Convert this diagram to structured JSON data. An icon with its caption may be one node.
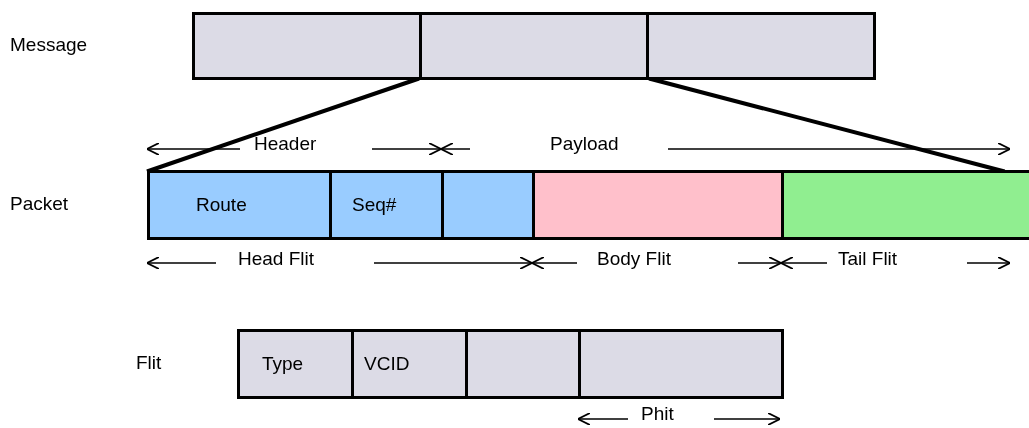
{
  "diagram": {
    "nodes": [
      {
        "text": [],
        "shape": "box"
      },
      {
        "text": [],
        "shape": "box"
      },
      {
        "text": [],
        "shape": "box"
      },
      {
        "text": [
          "Route"
        ]
      },
      {
        "text": [
          "Seq#"
        ]
      },
      {
        "text": [],
        "shape": "box"
      },
      {
        "text": [],
        "shape": "box"
      },
      {
        "text": [],
        "shape": "box"
      },
      {
        "text": [
          "Type"
        ]
      },
      {
        "text": [
          "VCID"
        ]
      },
      {
        "text": [],
        "shape": "box"
      },
      {
        "text": [],
        "shape": "box"
      }
    ],
    "edges": [
      {
        "from": 1,
        "to": 3,
        "arrow": "none"
      },
      {
        "from": 1,
        "to": 7,
        "arrow": "none"
      }
    ],
    "labels": [
      "Message",
      "Header",
      "Payload",
      "Packet",
      "Head Flit",
      "Body Flit",
      "Tail Flit",
      "Flit",
      "Phit"
    ]
  }
}
